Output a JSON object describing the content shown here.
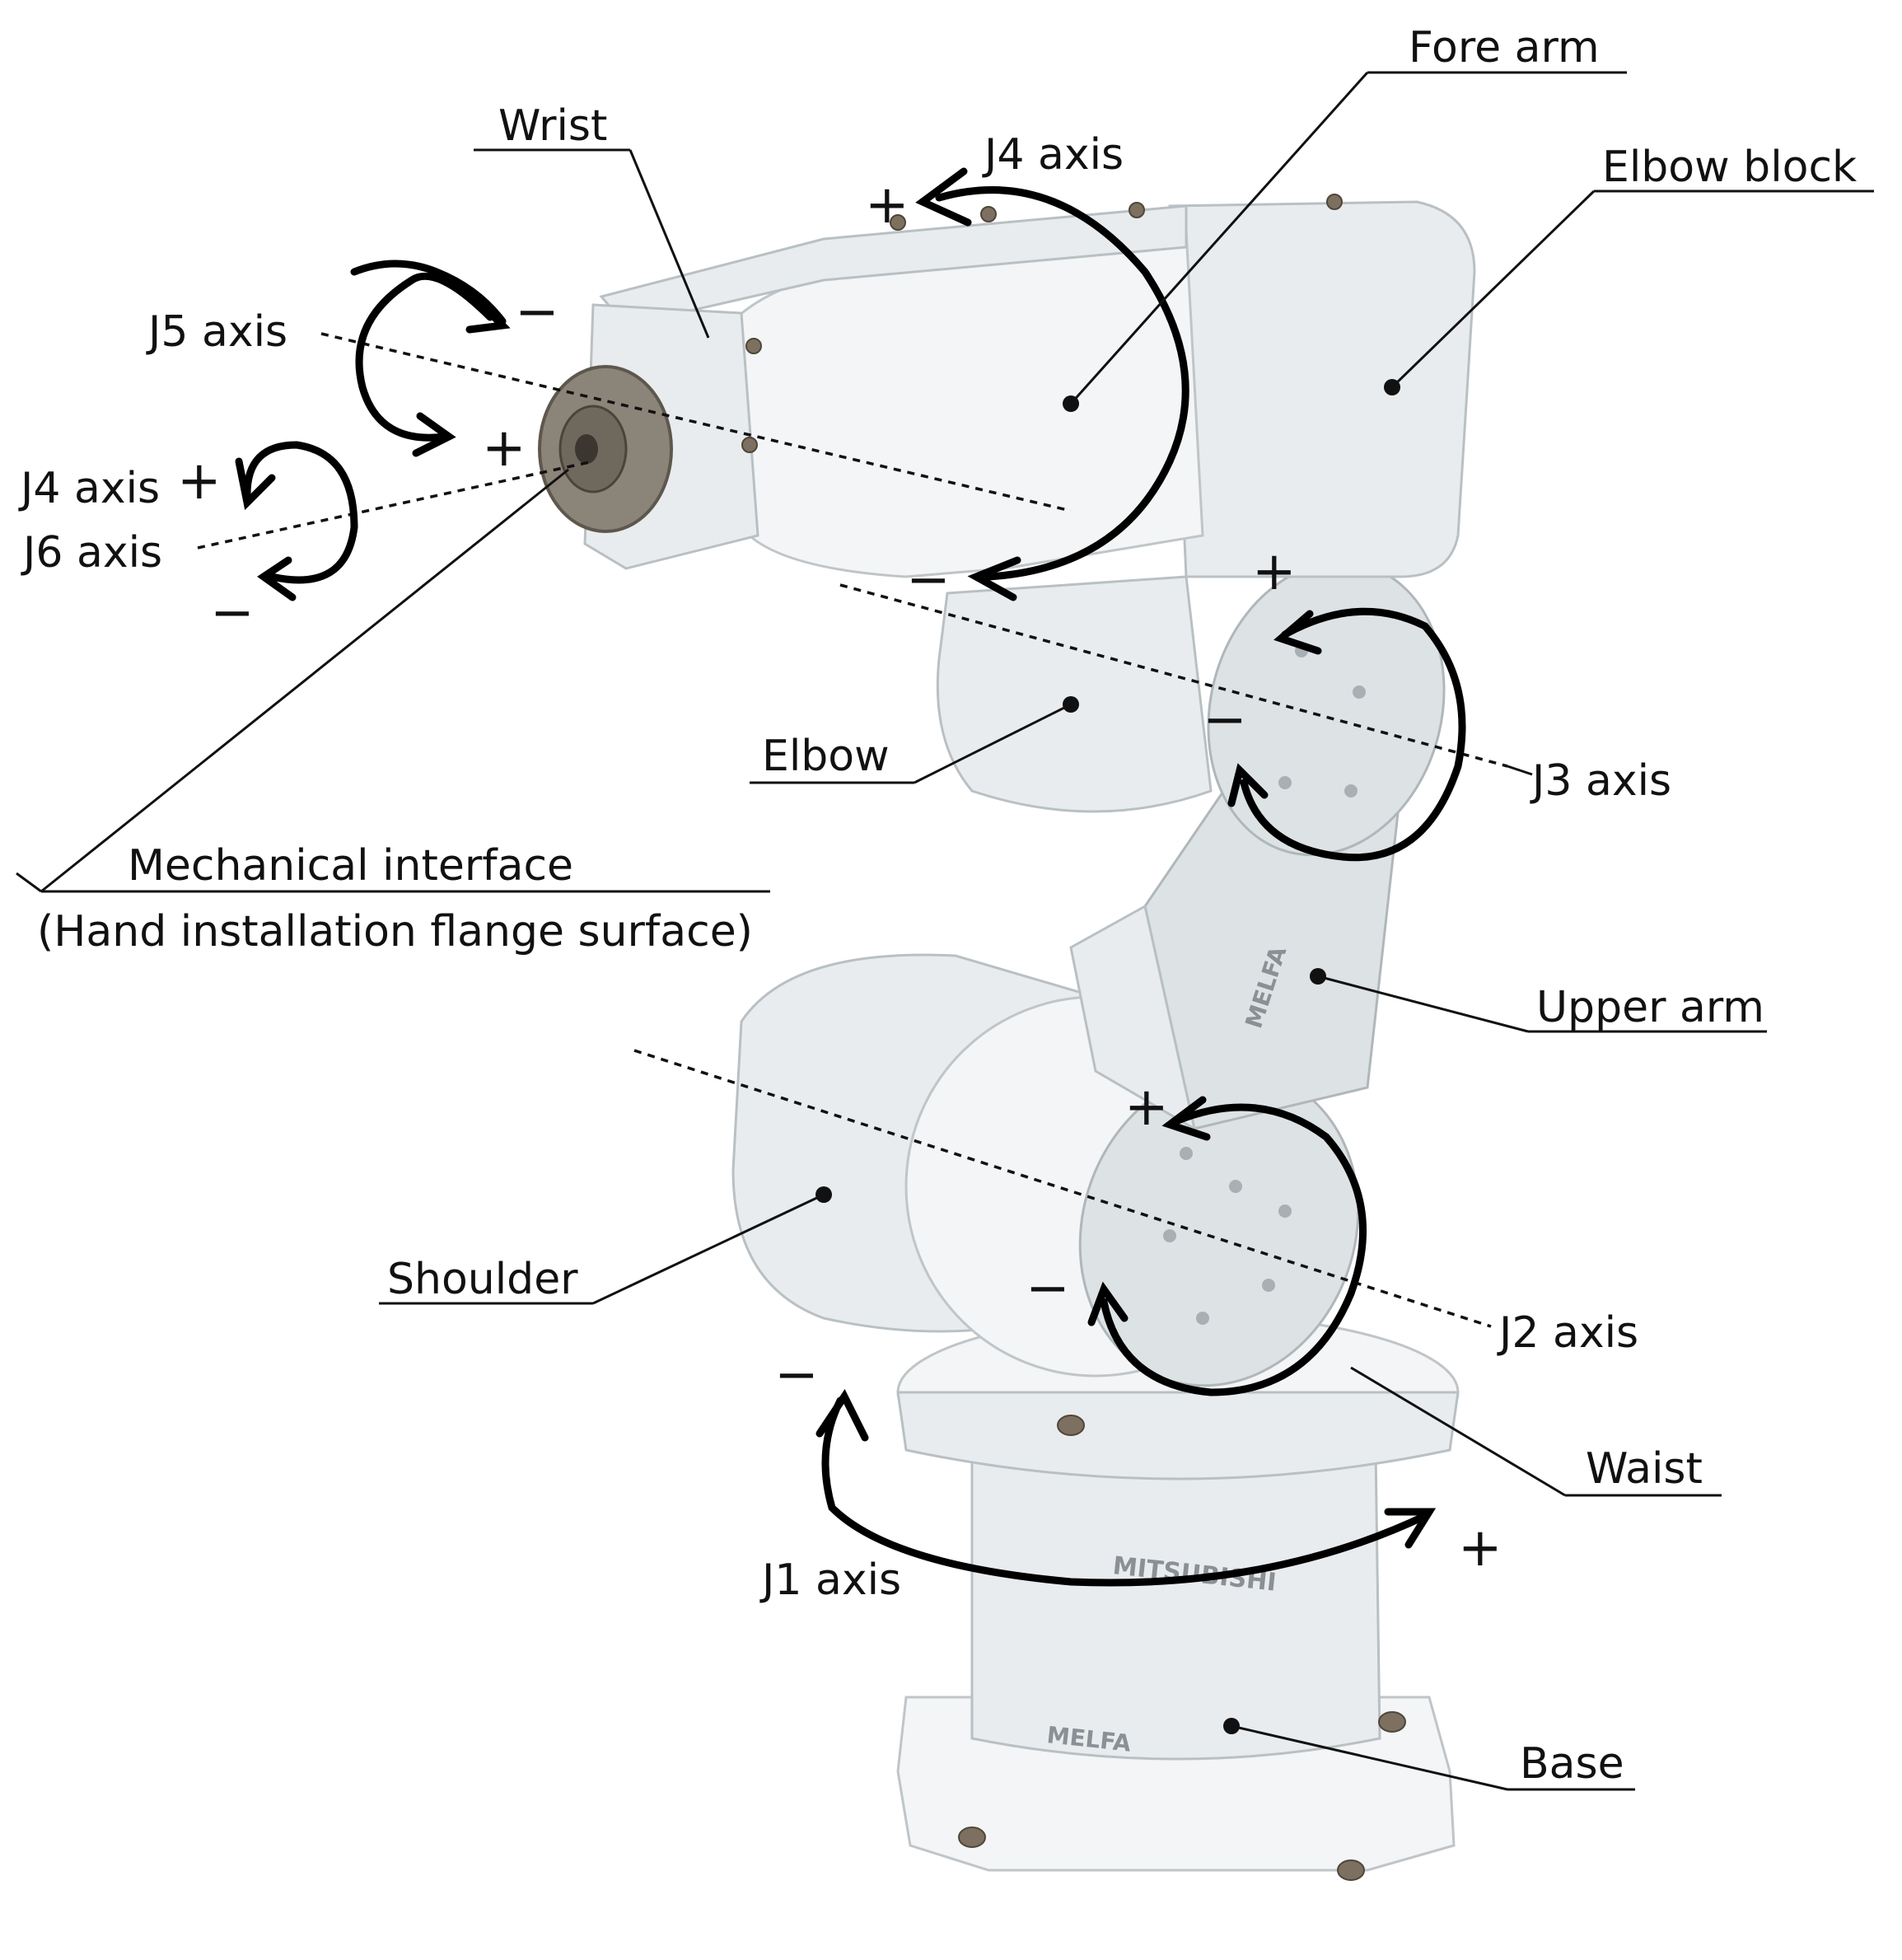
{
  "labels": {
    "fore_arm": "Fore arm",
    "wrist": "Wrist",
    "j4_axis_top": "J4 axis",
    "elbow_block": "Elbow block",
    "j5_axis": "J5 axis",
    "j4_axis_left": "J4 axis",
    "j6_axis": "J6 axis",
    "elbow": "Elbow",
    "j3_axis": "J3 axis",
    "mechanical_interface_line1": "Mechanical interface",
    "mechanical_interface_line2": "(Hand installation flange surface)",
    "upper_arm": "Upper arm",
    "shoulder": "Shoulder",
    "j2_axis": "J2 axis",
    "waist": "Waist",
    "j1_axis": "J1 axis",
    "base": "Base"
  },
  "signs": {
    "plus": "+",
    "minus": "−"
  },
  "brand": {
    "mitsubishi": "MITSUBISHI",
    "melfa_base": "MELFA",
    "melfa_arm": "MELFA"
  },
  "colors": {
    "robot_body": "#e9ecee",
    "flange": "#8b8478",
    "ink": "#111111"
  }
}
